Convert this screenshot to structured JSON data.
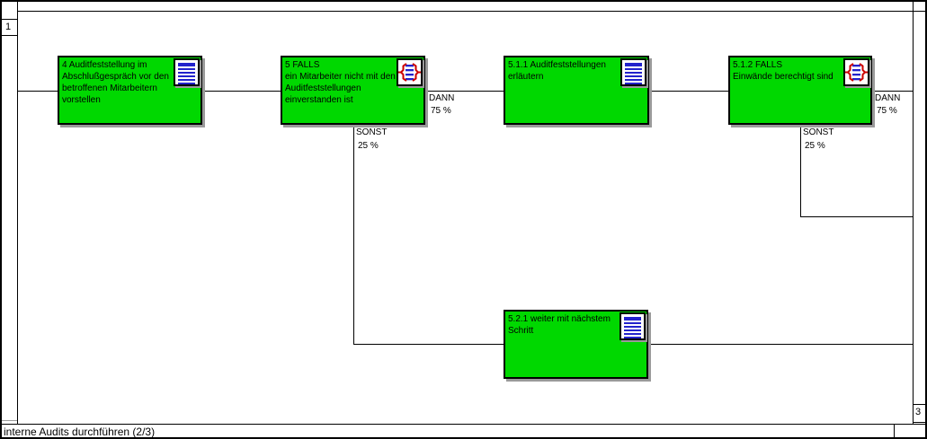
{
  "frame": {
    "row_label": "1",
    "col_label": "3",
    "footer_title": "interne Audits durchführen (2/3)"
  },
  "colors": {
    "activity_green": "#00d800",
    "shadow_gray": "#9a9a9a",
    "icon_blue": "#2222cc",
    "icon_red": "#cc0000"
  },
  "boxes": {
    "b1": {
      "lines": [
        "4 Auditfeststellung im",
        "Abschlußgespräch vor den",
        "betroffenen Mitarbeitern",
        "vorstellen"
      ],
      "icon": "document"
    },
    "b2": {
      "lines": [
        "5 FALLS",
        "ein Mitarbeiter nicht mit den",
        "Auditfeststellungen",
        "einverstanden ist"
      ],
      "icon": "decision"
    },
    "b3": {
      "lines": [
        "5.1.1 Auditfeststellungen",
        "erläutern"
      ],
      "icon": "document"
    },
    "b4": {
      "lines": [
        "5.1.2 FALLS",
        "Einwände berechtigt sind"
      ],
      "icon": "decision"
    },
    "b5": {
      "lines": [
        "5.2.1 weiter mit nächstem",
        "Schritt"
      ],
      "icon": "document"
    }
  },
  "branches": {
    "b2_dann": {
      "label": "DANN",
      "value": "75 %"
    },
    "b2_sonst": {
      "label": "SONST",
      "value": "25 %"
    },
    "b4_dann": {
      "label": "DANN",
      "value": "75 %"
    },
    "b4_sonst": {
      "label": "SONST",
      "value": "25 %"
    }
  }
}
